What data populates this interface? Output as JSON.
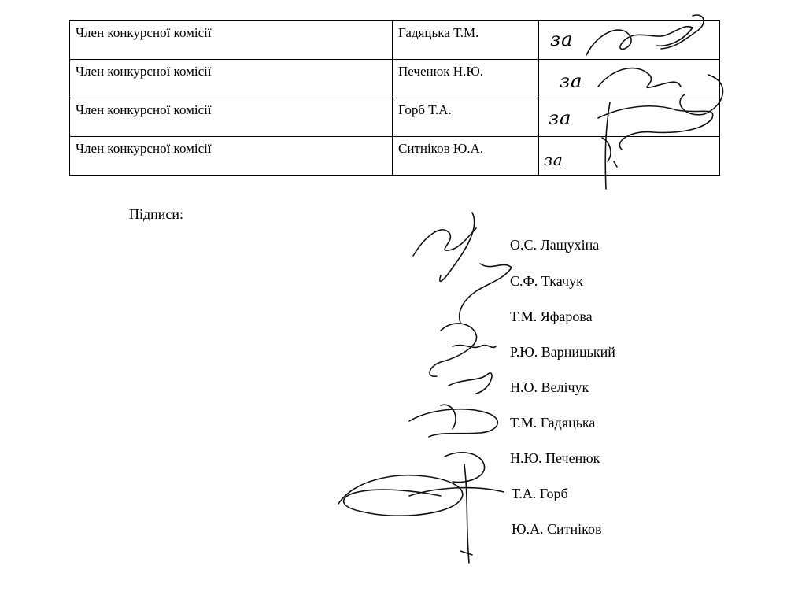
{
  "votes": {
    "rows": [
      {
        "role": "Член конкурсної комісії",
        "name": "Гадяцька Т.М.",
        "vote": "за"
      },
      {
        "role": "Член конкурсної комісії",
        "name": "Печенюк Н.Ю.",
        "vote": "за"
      },
      {
        "role": "Член конкурсної комісії",
        "name": "Горб Т.А.",
        "vote": "за"
      },
      {
        "role": "Член конкурсної комісії",
        "name": "Ситніков Ю.А.",
        "vote": "за"
      }
    ]
  },
  "signatures": {
    "label": "Підписи:",
    "signers": [
      "О.С. Лащухіна",
      "С.Ф. Ткачук",
      "Т.М. Яфарова",
      "Р.Ю. Варницький",
      "Н.О. Велічук",
      "Т.М. Гадяцька",
      "Н.Ю. Печенюк",
      "Т.А. Горб",
      "Ю.А. Ситніков"
    ]
  }
}
